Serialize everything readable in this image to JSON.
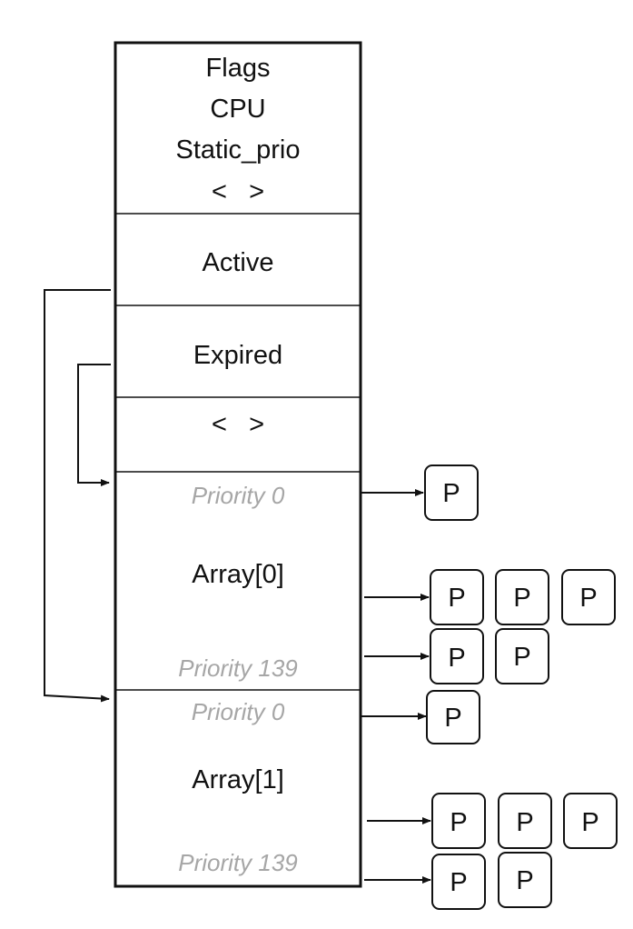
{
  "header_fields": [
    "Flags",
    "CPU",
    "Static_prio",
    "<   >"
  ],
  "active_label": "Active",
  "expired_label": "Expired",
  "ellipsis_label": "<   >",
  "array0": {
    "title": "Array[0]",
    "priority_top": "Priority 0",
    "priority_bottom": "Priority 139"
  },
  "array1": {
    "title": "Array[1]",
    "priority_top": "Priority 0",
    "priority_bottom": "Priority 139"
  },
  "process_label": "P"
}
